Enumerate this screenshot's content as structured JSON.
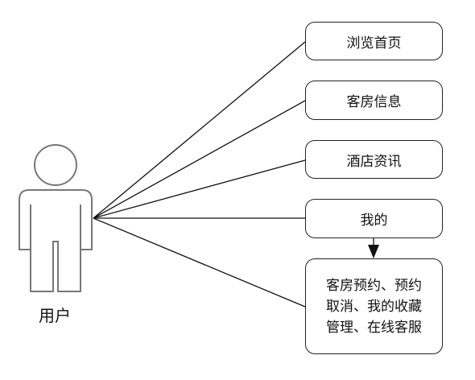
{
  "actor": {
    "label": "用户"
  },
  "usecases": [
    {
      "id": "browse-home",
      "label": "浏览首页"
    },
    {
      "id": "room-info",
      "label": "客房信息"
    },
    {
      "id": "hotel-news",
      "label": "酒店资讯"
    },
    {
      "id": "mine",
      "label": "我的"
    },
    {
      "id": "mine-detail",
      "lines": [
        "客房预约、预约",
        "取消、我的收藏",
        "管理、在线客服"
      ]
    }
  ],
  "colors": {
    "stroke": "#222222",
    "actor_stroke": "#777777",
    "background": "#ffffff"
  }
}
